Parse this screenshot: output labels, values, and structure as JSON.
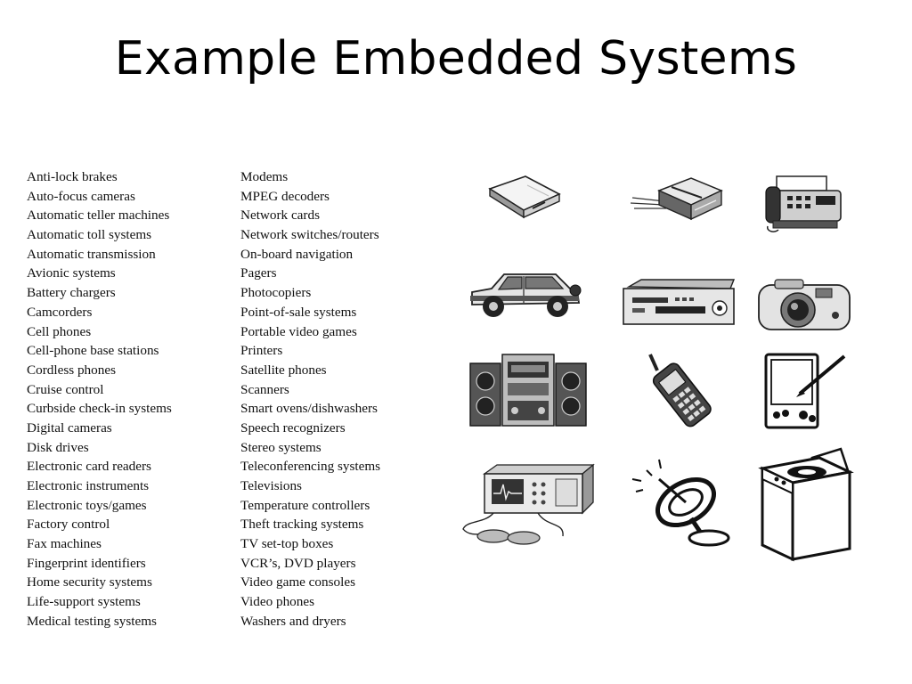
{
  "slide": {
    "title": "Example Embedded Systems"
  },
  "list": {
    "left": [
      "Anti-lock brakes",
      "Auto-focus cameras",
      "Automatic teller machines",
      "Automatic toll systems",
      "Automatic transmission",
      "Avionic systems",
      "Battery chargers",
      "Camcorders",
      "Cell phones",
      "Cell-phone base stations",
      "Cordless phones",
      "Cruise control",
      "Curbside check-in systems",
      "Digital cameras",
      "Disk drives",
      "Electronic card readers",
      "Electronic instruments",
      "Electronic toys/games",
      "Factory control",
      "Fax machines",
      "Fingerprint identifiers",
      "Home security systems",
      "Life-support systems",
      "Medical testing systems"
    ],
    "right": [
      "Modems",
      "MPEG decoders",
      "Network cards",
      "Network switches/routers",
      "On-board navigation",
      "Pagers",
      "Photocopiers",
      "Point-of-sale systems",
      "Portable video games",
      "Printers",
      "Satellite phones",
      "Scanners",
      "Smart ovens/dishwashers",
      "Speech recognizers",
      "Stereo systems",
      "Teleconferencing systems",
      "Televisions",
      "Temperature controllers",
      "Theft tracking systems",
      "TV set-top boxes",
      "VCR’s, DVD players",
      "Video game consoles",
      "Video phones",
      "Washers and dryers"
    ]
  },
  "illustrations": [
    "modem-icon",
    "printer-icon",
    "fax-machine-icon",
    "suv-car-icon",
    "vcr-icon",
    "camera-icon",
    "stereo-system-icon",
    "cell-phone-icon",
    "pda-icon",
    "medical-monitor-icon",
    "satellite-dish-icon",
    "washing-machine-icon"
  ]
}
